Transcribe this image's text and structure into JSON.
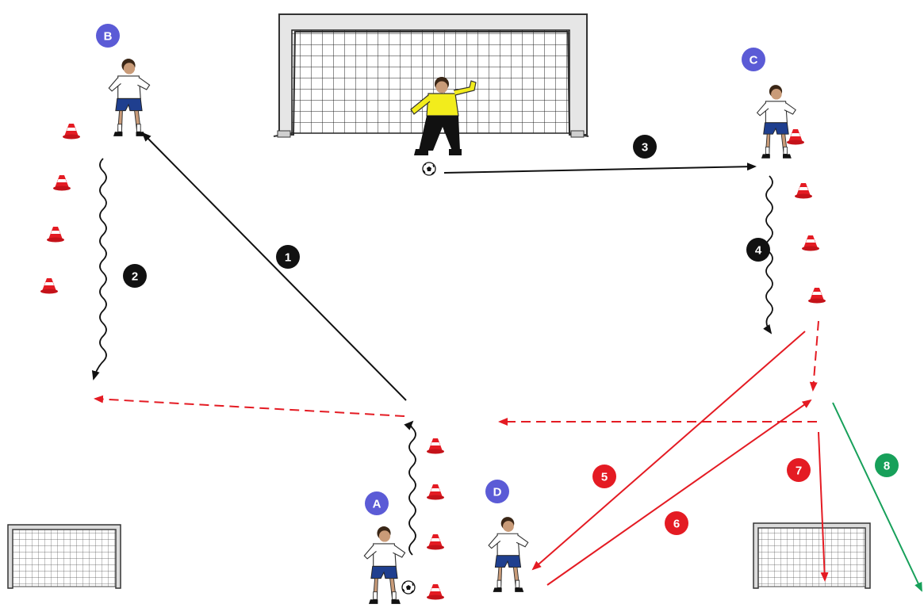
{
  "players": [
    {
      "id": "A",
      "label": "A",
      "role": "player",
      "badge_color": "#5b5bd6"
    },
    {
      "id": "B",
      "label": "B",
      "role": "player",
      "badge_color": "#5b5bd6"
    },
    {
      "id": "C",
      "label": "C",
      "role": "player",
      "badge_color": "#5b5bd6"
    },
    {
      "id": "D",
      "label": "D",
      "role": "player",
      "badge_color": "#5b5bd6"
    },
    {
      "id": "GK",
      "label": "",
      "role": "goalkeeper",
      "kit_color": "#f2ec1c"
    }
  ],
  "steps": [
    {
      "number": "1",
      "type": "pass",
      "color": "#111111"
    },
    {
      "number": "2",
      "type": "dribble",
      "color": "#111111"
    },
    {
      "number": "3",
      "type": "pass",
      "color": "#111111"
    },
    {
      "number": "4",
      "type": "dribble",
      "color": "#111111"
    },
    {
      "number": "5",
      "type": "pass",
      "color": "#e41b23"
    },
    {
      "number": "6",
      "type": "pass",
      "color": "#e41b23"
    },
    {
      "number": "7",
      "type": "shot",
      "color": "#e41b23"
    },
    {
      "number": "8",
      "type": "run",
      "color": "#17a05a"
    }
  ],
  "legend_colors": {
    "badge": "#5b5bd6",
    "black_step": "#111111",
    "red_step": "#e41b23",
    "green_step": "#17a05a",
    "cone": "#e41b23"
  },
  "goals": [
    {
      "id": "main-goal",
      "kind": "large goal"
    },
    {
      "id": "mini-goal-left",
      "kind": "mini goal"
    },
    {
      "id": "mini-goal-right",
      "kind": "mini goal"
    }
  ]
}
